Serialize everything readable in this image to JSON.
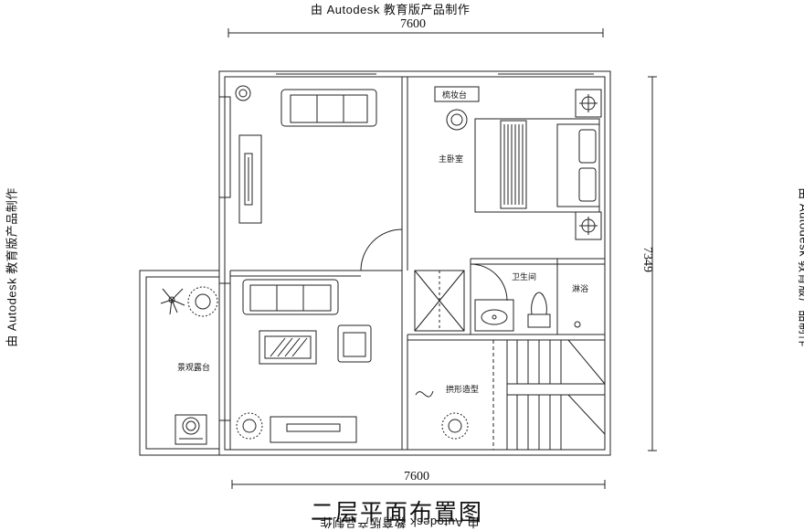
{
  "watermark": {
    "top": "由 Autodesk 教育版产品制作",
    "left": "由 Autodesk 教育版产品制作",
    "right": "由 Autodesk 教育版产品制作",
    "bottom": "由 Autodesk 教育版产品制作"
  },
  "dimensions": {
    "top_width": "7600",
    "bottom_width": "7600",
    "right_height": "7349"
  },
  "rooms": {
    "vanity": "梳妆台",
    "master_bedroom": "主卧室",
    "bathroom": "卫生间",
    "shower": "淋浴",
    "terrace": "景观露台",
    "arch": "拱形造型"
  },
  "title": "二层平面布置图"
}
